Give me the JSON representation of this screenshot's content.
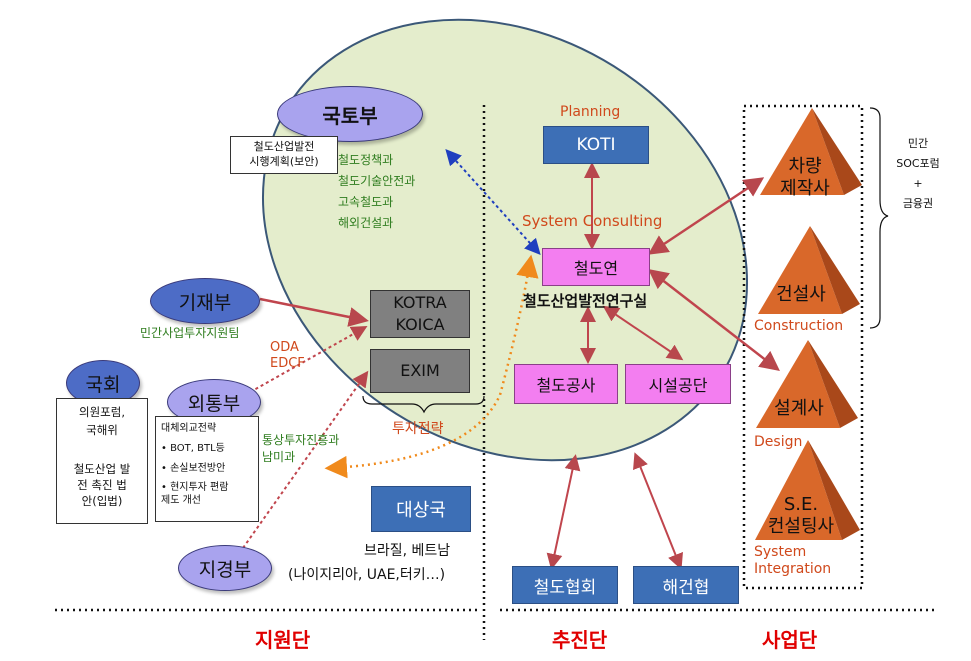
{
  "nodes": {
    "molit": "국토부",
    "mosf": "기재부",
    "assembly": "국회",
    "mofa": "외통부",
    "mke": "지경부",
    "koti": "KOTI",
    "krri": "철도연",
    "korail": "철도공사",
    "kr_facilities": "시설공단",
    "kotra": "KOTRA",
    "koica": "KOICA",
    "exim": "EXIM",
    "target_country": "대상국",
    "rail_assoc": "철도협회",
    "icak": "해건협"
  },
  "labels": {
    "molit_note_line1": "철도산업발전",
    "molit_note_line2": "시행계획(보안)",
    "molit_dept1": "철도정책과",
    "molit_dept2": "철도기술안전과",
    "molit_dept3": "고속철도과",
    "molit_dept4": "해외건설과",
    "mosf_team": "민간사업투자지원팀",
    "oda": "ODA",
    "edcf": "EDCF",
    "investment_strategy": "투자전략",
    "mofa_dept1": "통상투자진흥과",
    "mofa_dept2": "남미과",
    "planning": "Planning",
    "system_consulting": "System Consulting",
    "krri_sub": "철도산업발전연구실",
    "target_countries1": "브라질, 베트남",
    "target_countries2": "(나이지리아, UAE,터키…)",
    "construction": "Construction",
    "design": "Design",
    "si1": "System",
    "si2": "Integration"
  },
  "assembly_note": {
    "line1": "의원포럼,",
    "line2": "국해위",
    "line3": "철도산업 발",
    "line4": "전 촉진 법",
    "line5": "안(입법)"
  },
  "mofa_note": {
    "title": "대체외교전략",
    "item1": "• BOT, BTL등",
    "item2": "• 손실보전방안",
    "item3a": "• 현지투자 편람",
    "item3b": "제도 개선"
  },
  "pyramids": {
    "p1_line1": "차량",
    "p1_line2": "제작사",
    "p2": "건설사",
    "p3": "설계사",
    "p4_line1": "S.E.",
    "p4_line2": "컨설팅사"
  },
  "right_note": {
    "line1": "민간",
    "line2": "SOC포럼",
    "line3": "+",
    "line4": "금융권"
  },
  "sections": {
    "support": "지원단",
    "promotion": "추진단",
    "business": "사업단"
  },
  "colors": {
    "big_ellipse_fill": "#e4edcc",
    "lavender": "#a9a3ee",
    "blue_ellipse": "#4d6cc6",
    "blue_box": "#3d6fb6",
    "pink_box": "#f37ef0",
    "pyramid": "#d9682a",
    "red_text": "#d0491c",
    "green_text": "#2f7d1f",
    "footer_red": "#e00000"
  }
}
